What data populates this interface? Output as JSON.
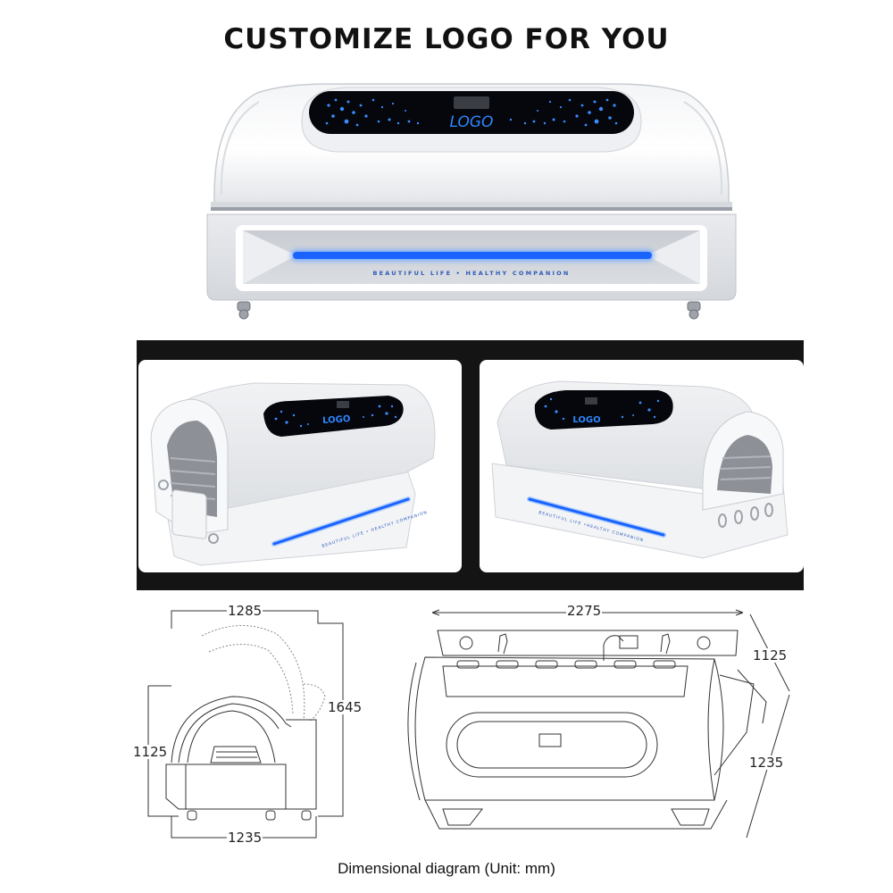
{
  "title": "CUSTOMIZE LOGO FOR YOU",
  "hero": {
    "panel_logo_text": "LOGO",
    "slogan": "BEAUTIFUL LIFE  •  HEALTHY COMPANION",
    "accent_color": "#1f6fff",
    "panel_color": "#05070c"
  },
  "gallery": {
    "background": "#141414",
    "photos": [
      {
        "view": "front-left perspective",
        "logo_text": "LOGO",
        "slogan": "BEAUTIFUL LIFE • HEALTHY COMPANION"
      },
      {
        "view": "rear-right perspective",
        "logo_text": "LOGO",
        "slogan": "BEAUTIFUL LIFE •HEALTHY COMPANION"
      }
    ]
  },
  "dimensions": {
    "side_view": {
      "width_top": "1285",
      "width_bottom": "1235",
      "height_open": "1645",
      "height_closed": "1125"
    },
    "perspective_view": {
      "length": "2275",
      "depth": "1125",
      "height": "1235"
    },
    "caption": "Dimensional diagram (Unit: mm)"
  }
}
